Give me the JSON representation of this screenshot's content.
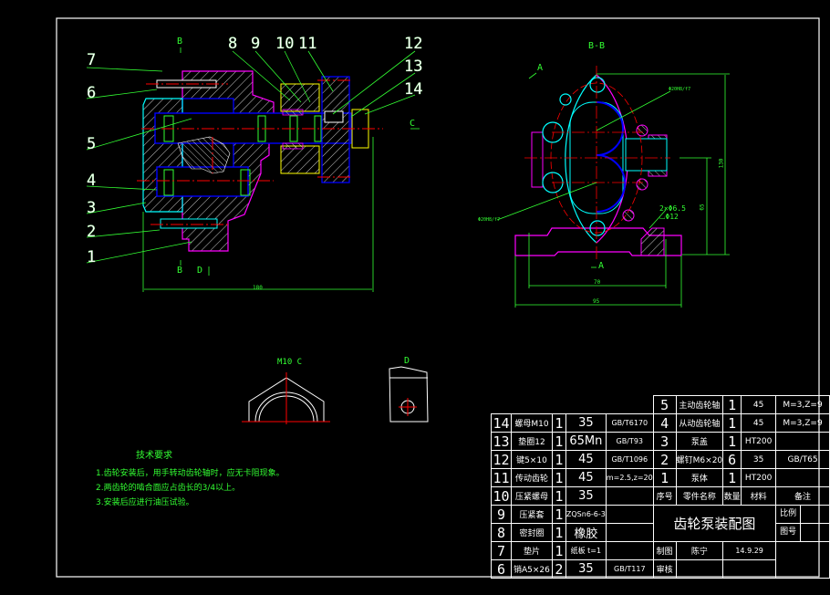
{
  "drawing": {
    "front_view": {
      "section_labels": [
        "B",
        "B",
        "D",
        "C"
      ],
      "overall_dim": "180",
      "balloons": [
        "1",
        "2",
        "3",
        "4",
        "5",
        "6",
        "7",
        "8",
        "9",
        "10",
        "11",
        "12",
        "13",
        "14"
      ]
    },
    "side_view": {
      "title": "B-B",
      "arrow_labels": [
        "A",
        "A"
      ],
      "dims": {
        "width_inner": "70",
        "width_outer": "95",
        "height_total": "130",
        "height_center": "65",
        "hole_note_1": "2×Φ6.5",
        "hole_note_2": "⌴Φ12",
        "fit_1": "Φ20H8/f7",
        "fit_2": "Φ20H8/f7"
      }
    },
    "detail_c_label": "M10 C",
    "detail_d_label": "D"
  },
  "tech_requirements": {
    "title": "技术要求",
    "items": [
      "1.齿轮安装后，用手转动齿轮轴时，应无卡阻现象。",
      "2.两齿轮的啮合面应占齿长的3/4以上。",
      "3.安装后应进行油压试验。"
    ]
  },
  "bom": {
    "left": [
      {
        "no": "14",
        "name": "螺母M10",
        "qty": "1",
        "material": "35",
        "std": "GB/T6170"
      },
      {
        "no": "13",
        "name": "垫圈12",
        "qty": "1",
        "material": "65Mn",
        "std": "GB/T93"
      },
      {
        "no": "12",
        "name": "键5×10",
        "qty": "1",
        "material": "45",
        "std": "GB/T1096"
      },
      {
        "no": "11",
        "name": "传动齿轮",
        "qty": "1",
        "material": "45",
        "std": "m=2.5,z=20"
      },
      {
        "no": "10",
        "name": "压紧螺母",
        "qty": "1",
        "material": "35",
        "std": ""
      },
      {
        "no": "9",
        "name": "压紧套",
        "qty": "1",
        "material": "ZQSn6-6-3",
        "std": ""
      },
      {
        "no": "8",
        "name": "密封圈",
        "qty": "1",
        "material": "橡胶",
        "std": ""
      },
      {
        "no": "7",
        "name": "垫片",
        "qty": "1",
        "material": "纸板 t=1",
        "std": ""
      },
      {
        "no": "6",
        "name": "销A5×26",
        "qty": "2",
        "material": "35",
        "std": "GB/T117"
      }
    ],
    "right": [
      {
        "no": "5",
        "name": "主动齿轮轴",
        "qty": "1",
        "material": "45",
        "remark": "M=3,Z=9"
      },
      {
        "no": "4",
        "name": "从动齿轮轴",
        "qty": "1",
        "material": "45",
        "remark": "M=3,Z=9"
      },
      {
        "no": "3",
        "name": "泵盖",
        "qty": "1",
        "material": "HT200",
        "remark": ""
      },
      {
        "no": "2",
        "name": "螺钉M6×20",
        "qty": "6",
        "material": "35",
        "remark": "GB/T65"
      },
      {
        "no": "1",
        "name": "泵体",
        "qty": "1",
        "material": "HT200",
        "remark": ""
      }
    ],
    "header": {
      "no": "序号",
      "name": "零件名称",
      "qty": "数量",
      "material": "材料",
      "remark": "备注"
    },
    "title_block": {
      "title": "齿轮泵装配图",
      "scale_label": "比例",
      "drawing_no_label": "图号",
      "drawn_label": "制图",
      "drawn_by": "陈宁",
      "date": "14.9.29",
      "checked_label": "审核"
    }
  }
}
